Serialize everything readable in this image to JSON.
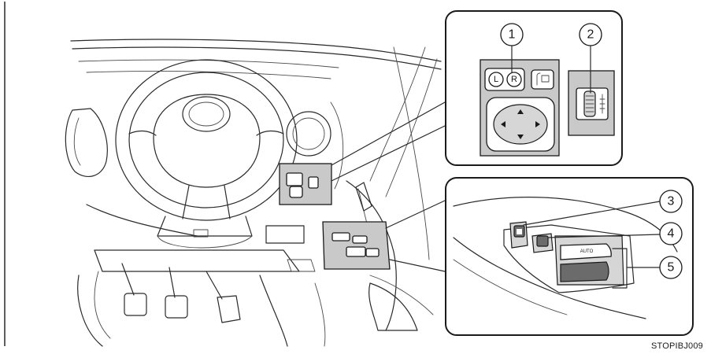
{
  "figure": {
    "code": "STOPIBJ009"
  },
  "callouts": [
    {
      "number": "1"
    },
    {
      "number": "2"
    },
    {
      "number": "3"
    },
    {
      "number": "4"
    },
    {
      "number": "5"
    }
  ],
  "mirror_switch": {
    "left_label": "L",
    "right_label": "R"
  },
  "window_switch": {
    "auto_label": "AUTO"
  },
  "colors": {
    "panel_gray": "#c9c9c9",
    "line": "#1a1a1a",
    "background": "#ffffff"
  }
}
